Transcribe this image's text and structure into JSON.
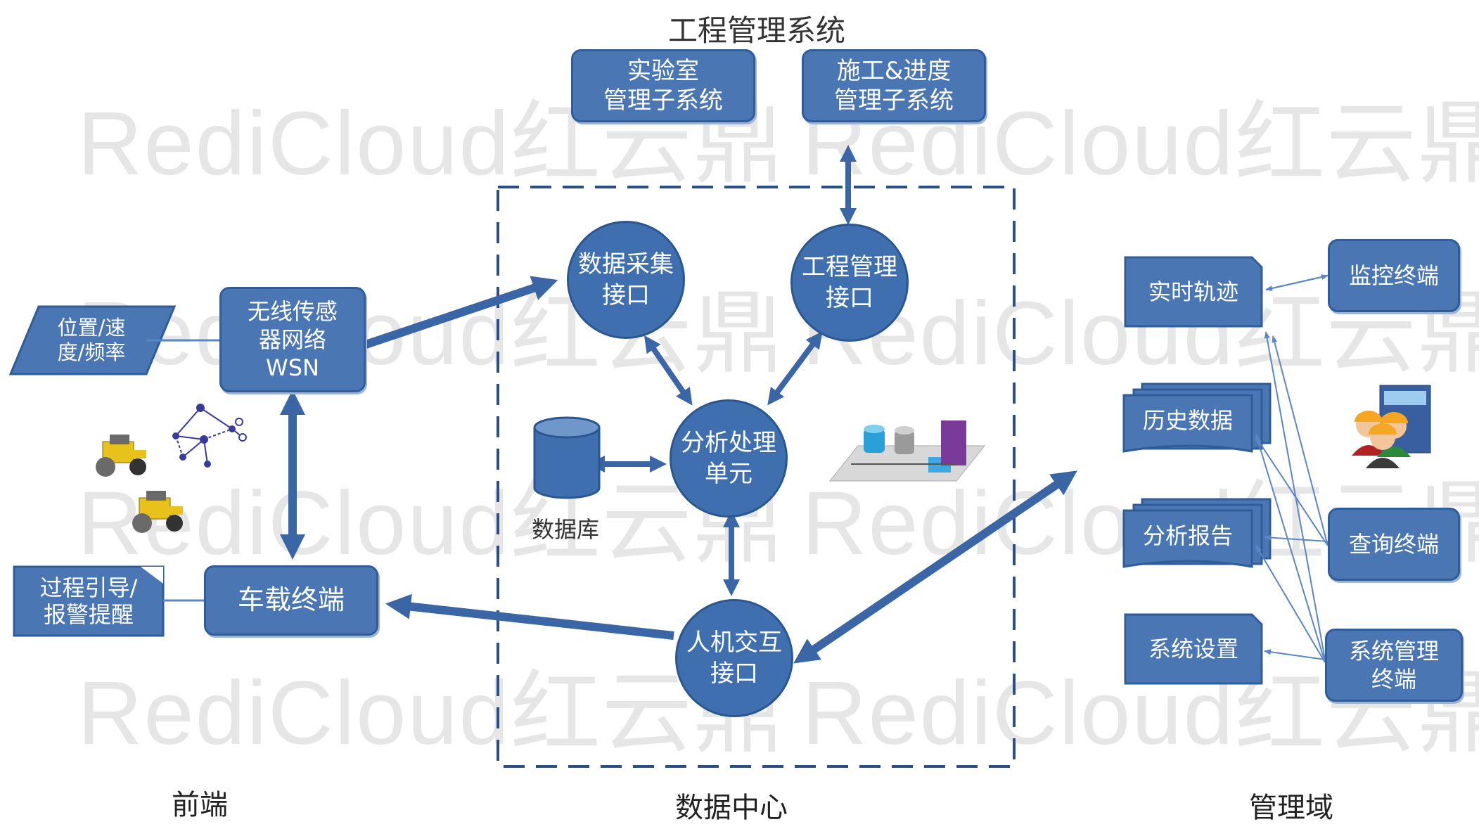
{
  "colors": {
    "box": "#4a76b3",
    "border": "#2f5d99",
    "arrow": "#3b66a6",
    "thin_arrow": "#5b86c4"
  },
  "watermark": "RediCloud红云鼎",
  "top_title": "工程管理系统",
  "top_systems": [
    "实验室\n管理子系统",
    "施工&进度\n管理子系统"
  ],
  "front": {
    "wsn": "无线传感\n器网络\nWSN",
    "position_input": "位置/速\n度/频率",
    "vehicle_terminal": "车载终端",
    "guidance_output": "过程引导/\n报警提醒",
    "icons": [
      "roller-icon",
      "roller-icon",
      "network-icon"
    ]
  },
  "data_center": {
    "acquisition": "数据采集\n接口",
    "engineering": "工程管理\n接口",
    "analysis": "分析处理\n单元",
    "hmi": "人机交互\n接口",
    "database": "数据库",
    "icons": [
      "server-icon"
    ]
  },
  "management": {
    "realtime_track": "实时轨迹",
    "history": "历史数据",
    "report": "分析报告",
    "settings": "系统设置",
    "monitor_terminal": "监控终端",
    "query_terminal": "查询终端",
    "admin_terminal": "系统管理\n终端",
    "icons": [
      "users-icon"
    ]
  },
  "sections": [
    "前端",
    "数据中心",
    "管理域"
  ]
}
